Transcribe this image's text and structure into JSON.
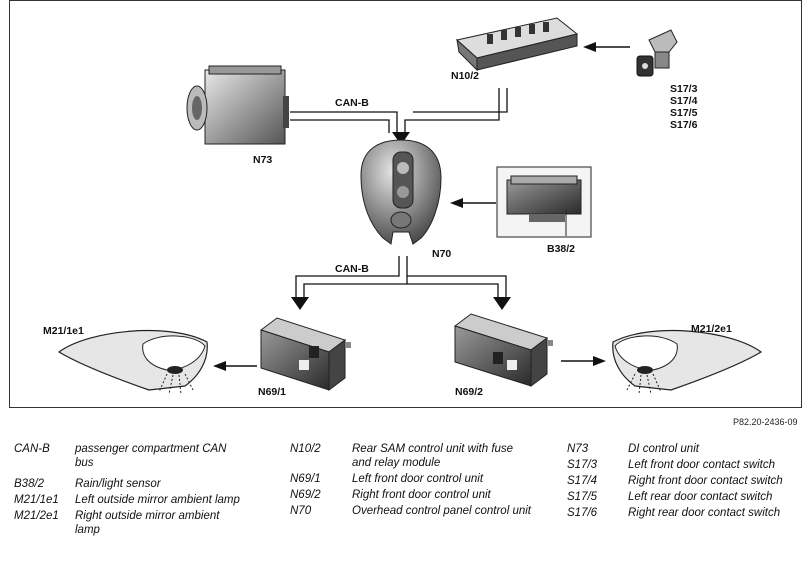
{
  "diagram": {
    "labels": {
      "can_b_top": "CAN-B",
      "can_b_mid": "CAN-B",
      "n10_2": "N10/2",
      "n73": "N73",
      "n70": "N70",
      "b38_2": "B38/2",
      "n69_1": "N69/1",
      "n69_2": "N69/2",
      "m21_1e1": "M21/1e1",
      "m21_2e1": "M21/2e1",
      "switches": [
        "S17/3",
        "S17/4",
        "S17/5",
        "S17/6"
      ]
    },
    "reference": "P82.20-2436-09"
  },
  "legend": {
    "col1": [
      {
        "code": "CAN-B",
        "desc": "passenger compartment CAN bus"
      },
      {
        "code": "B38/2",
        "desc": "Rain/light sensor"
      },
      {
        "code": "M21/1e1",
        "desc": "Left outside mirror ambient lamp"
      },
      {
        "code": "M21/2e1",
        "desc": "Right outside mirror ambient lamp"
      }
    ],
    "col2": [
      {
        "code": "N10/2",
        "desc": "Rear SAM control unit with fuse and relay module"
      },
      {
        "code": "N69/1",
        "desc": "Left front door control unit"
      },
      {
        "code": "N69/2",
        "desc": "Right front door control unit"
      },
      {
        "code": "N70",
        "desc": "Overhead control panel control unit"
      }
    ],
    "col3": [
      {
        "code": "N73",
        "desc": "DI control unit"
      },
      {
        "code": "S17/3",
        "desc": "Left front door contact switch"
      },
      {
        "code": "S17/4",
        "desc": "Right front door contact switch"
      },
      {
        "code": "S17/5",
        "desc": "Left rear door contact switch"
      },
      {
        "code": "S17/6",
        "desc": "Right rear door contact switch"
      }
    ]
  }
}
